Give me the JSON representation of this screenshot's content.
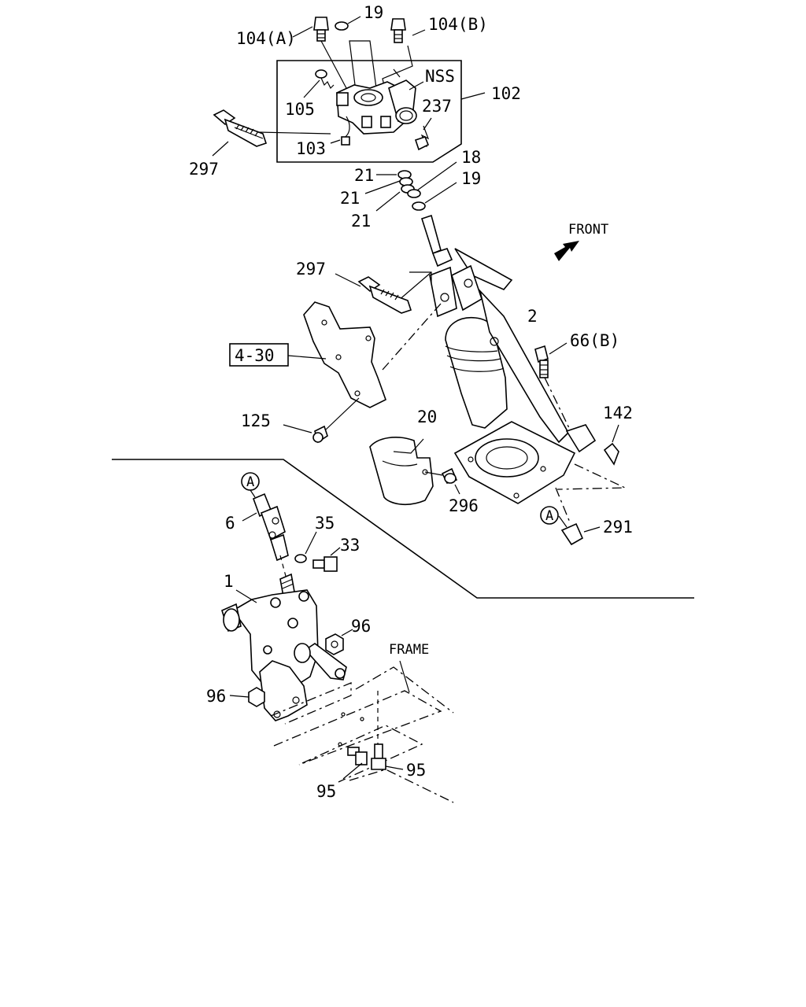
{
  "labels": {
    "l104a": "104(A)",
    "l19top": "19",
    "l104b": "104(B)",
    "lnss": "NSS",
    "l102": "102",
    "l105": "105",
    "l237": "237",
    "l103": "103",
    "l297top": "297",
    "l18": "18",
    "l21a": "21",
    "l19b": "19",
    "l21b": "21",
    "l21c": "21",
    "lfront": "FRONT",
    "l297mid": "297",
    "l2": "2",
    "l66b": "66(B)",
    "l430": "4-30",
    "l142": "142",
    "l20": "20",
    "l125": "125",
    "l296": "296",
    "l291": "291",
    "lcircA1": "A",
    "lcircA2": "A",
    "l6": "6",
    "l35": "35",
    "l33": "33",
    "l1": "1",
    "l96a": "96",
    "lframe": "FRAME",
    "l96b": "96",
    "l95a": "95",
    "l95b": "95"
  }
}
